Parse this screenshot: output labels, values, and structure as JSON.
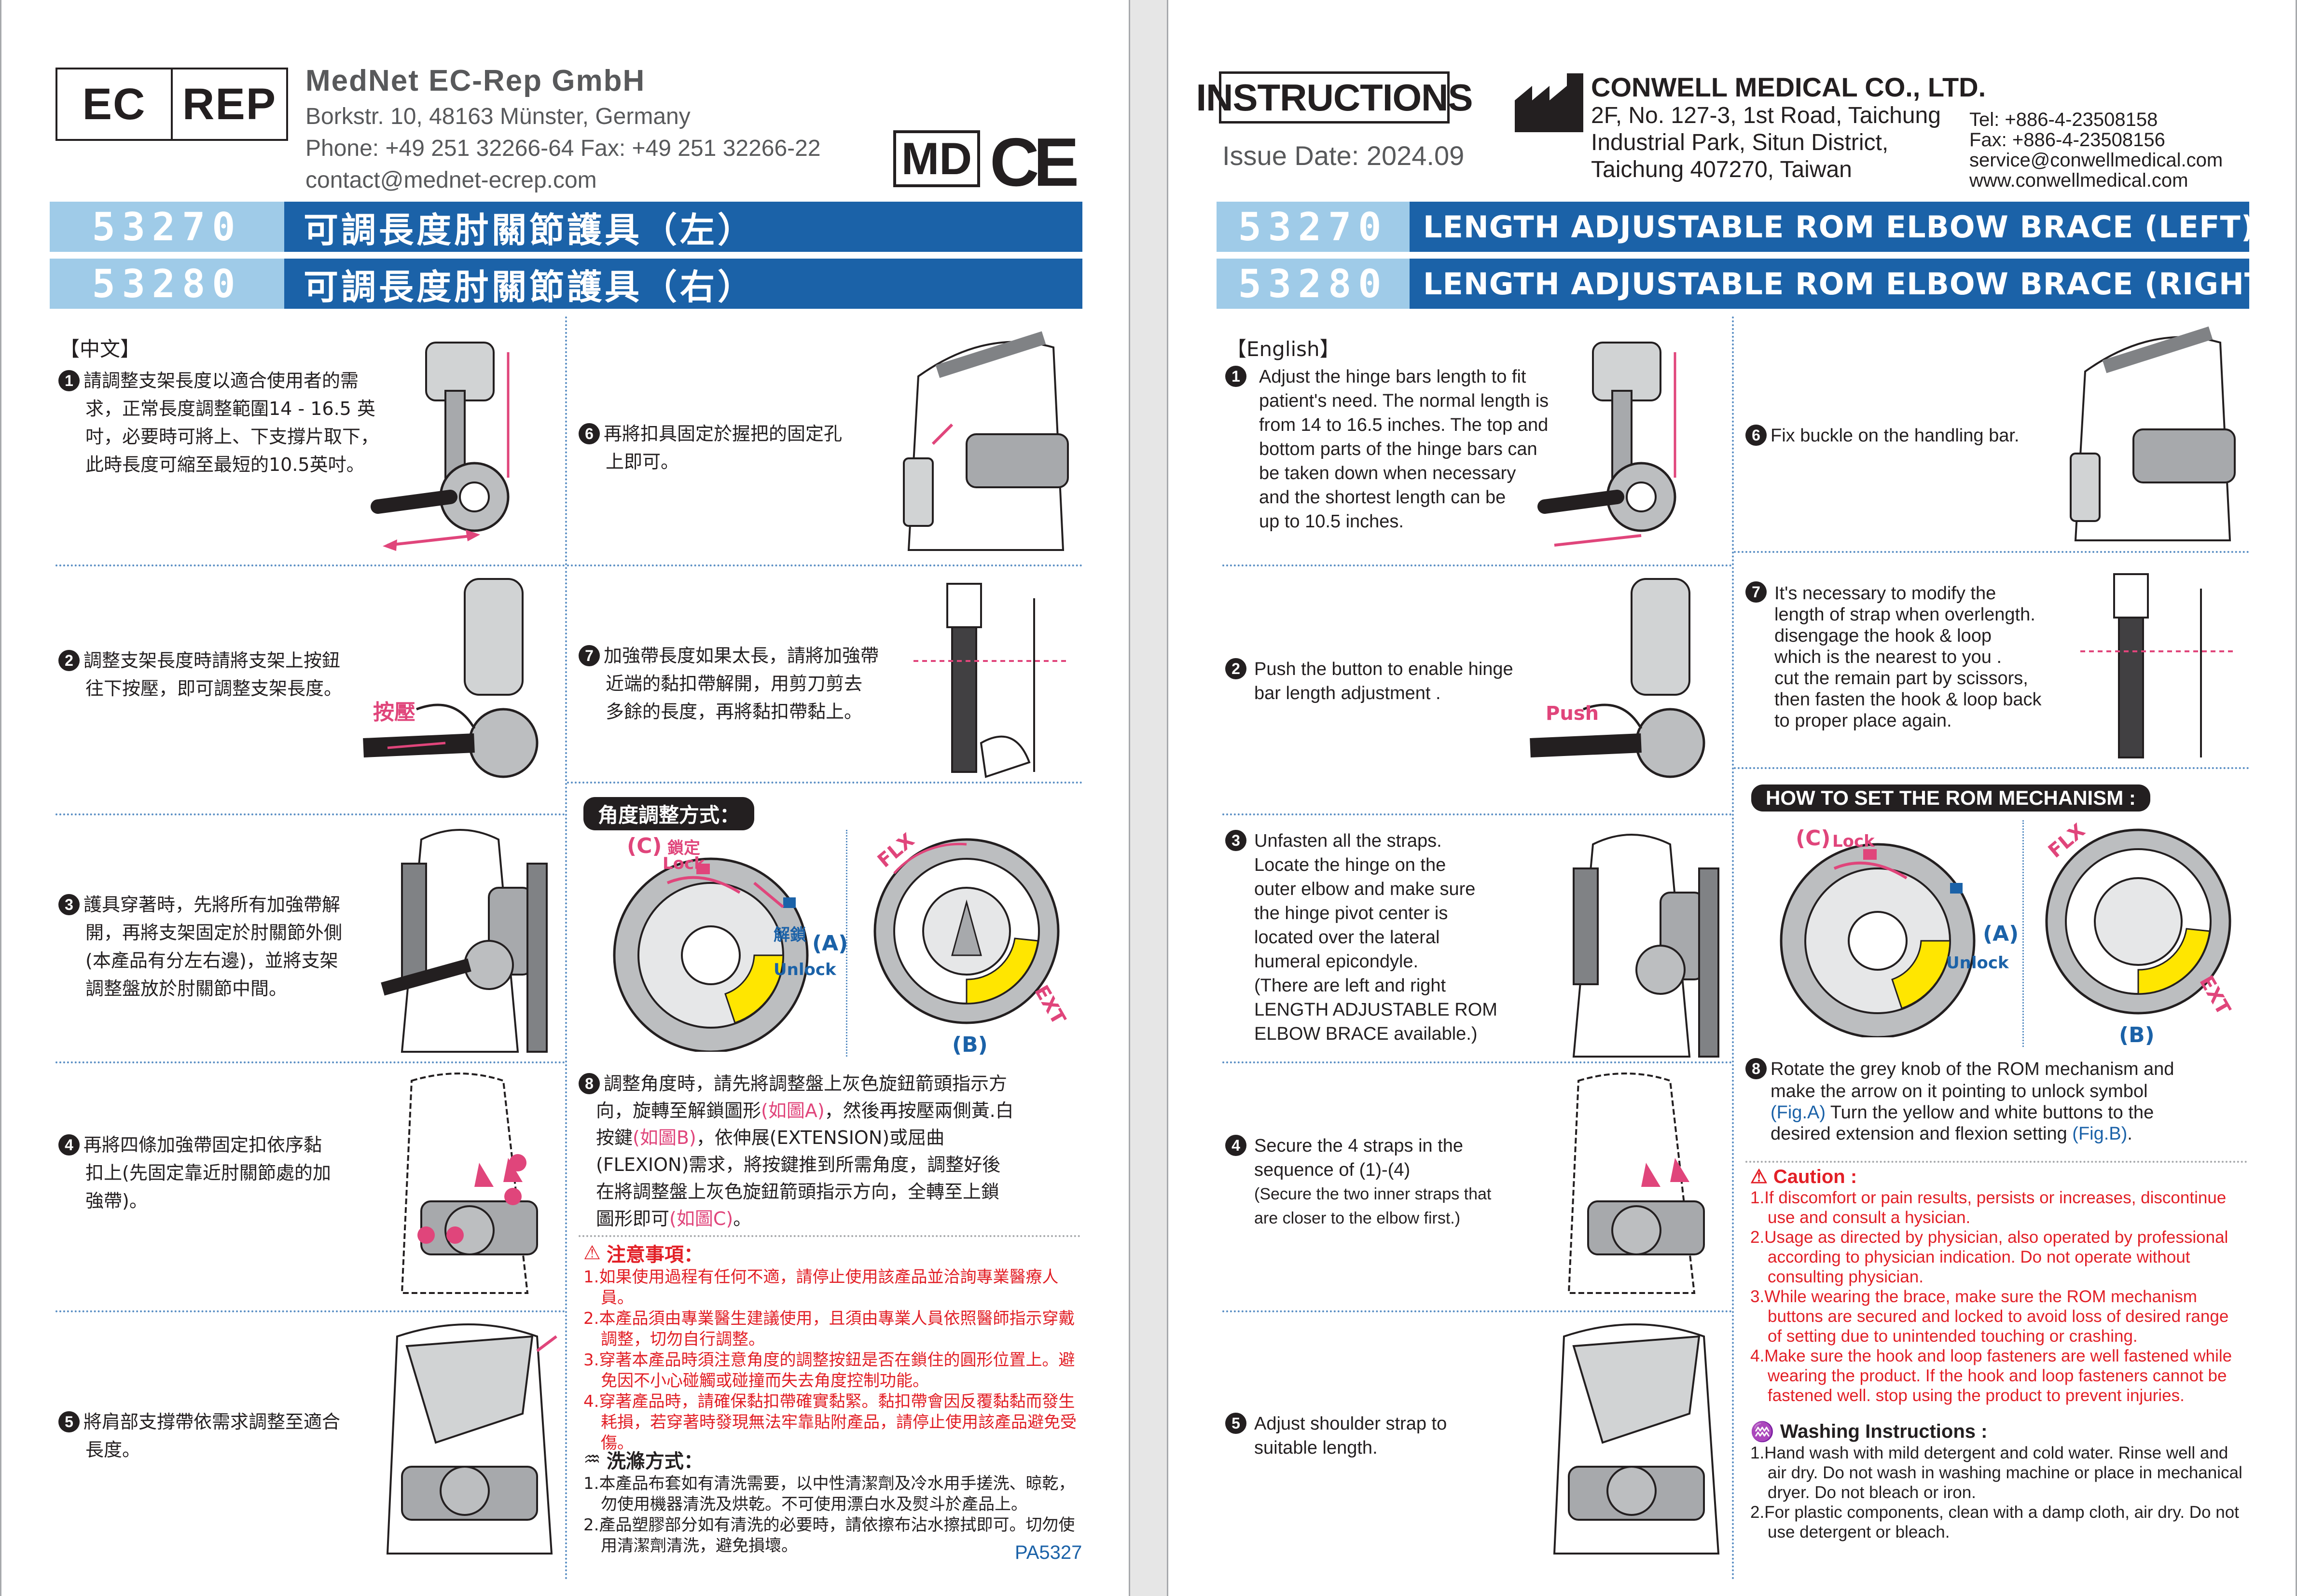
{
  "left": {
    "ec_rep": {
      "ec": "EC",
      "rep": "REP"
    },
    "rep": {
      "name": "MedNet EC-Rep GmbH",
      "address": "Borkstr. 10, 48163 Münster, Germany",
      "phone": "Phone: +49 251 32266-64  Fax: +49 251 32266-22",
      "email": "contact@mednet-ecrep.com"
    },
    "md": "MD",
    "ce": "CE",
    "titles": [
      {
        "code": "53270",
        "name": "可調長度肘關節護具（左）"
      },
      {
        "code": "53280",
        "name": "可調長度肘關節護具（右）"
      }
    ],
    "section": "【中文】",
    "steps": [
      {
        "n": "1",
        "lines": [
          "請調整支架長度以適合使用者的需",
          "求，正常長度調整範圍14 - 16.5 英",
          "吋，必要時可將上、下支撐片取下，",
          "此時長度可縮至最短的10.5英吋。"
        ]
      },
      {
        "n": "2",
        "lines": [
          "調整支架長度時請將支架上按鈕",
          "往下按壓，即可調整支架長度。"
        ]
      },
      {
        "n": "3",
        "lines": [
          "護具穿著時，先將所有加強帶解",
          "開，再將支架固定於肘關節外側",
          "(本產品有分左右邊)，並將支架",
          "調整盤放於肘關節中間。"
        ]
      },
      {
        "n": "4",
        "lines": [
          "再將四條加強帶固定扣依序黏",
          "扣上(先固定靠近肘關節處的加",
          "強帶)。"
        ]
      },
      {
        "n": "5",
        "lines": [
          "將肩部支撐帶依需求調整至適合",
          "長度。"
        ]
      },
      {
        "n": "6",
        "lines": [
          "再將扣具固定於握把的固定孔",
          "上即可。"
        ]
      },
      {
        "n": "7",
        "lines": [
          "加強帶長度如果太長，請將加強帶",
          "近端的黏扣帶解開，用剪刀剪去",
          "多餘的長度，再將黏扣帶黏上。"
        ]
      }
    ],
    "press_label": "按壓",
    "angle_title": "角度調整方式：",
    "lock_label": "(C)",
    "lock_text": "鎖定",
    "lock_en": "Lock",
    "unlock_label": "(A)",
    "unlock_text": "解鎖",
    "unlock_en": "Unlock",
    "fig_b": "(B)",
    "flx": "FLX",
    "ext": "EXT",
    "step8": {
      "n": "8",
      "lines": [
        "調整角度時，請先將調整盤上灰色旋鈕箭頭指示方",
        "向，旋轉至解鎖圖形",
        "(如圖A)",
        "，然後再按壓兩側黃.白",
        "按鍵",
        "(如圖B)",
        "，依伸展(EXTENSION)或屈曲",
        "(FLEXION)需求，將按鍵推到所需角度，調整好後",
        "在將調整盤上灰色旋鈕箭頭指示方向，全轉至上鎖",
        "圖形即可",
        "(如圖C)",
        "。"
      ]
    },
    "caution": {
      "title": "注意事項：",
      "items": [
        "1.如果使用過程有任何不適，請停止使用該產品並洽詢專業醫療人員。",
        "2.本產品須由專業醫生建議使用，且須由專業人員依照醫師指示穿戴調整，切勿自行調整。",
        "3.穿著本產品時須注意角度的調整按鈕是否在鎖住的圓形位置上。避免因不小心碰觸或碰撞而失去角度控制功能。",
        "4.穿著產品時，請確保黏扣帶確實黏緊。黏扣帶會因反覆黏黏而發生耗損，若穿著時發現無法牢靠貼附產品，請停止使用該產品避免受傷。"
      ]
    },
    "washing": {
      "title": "洗滌方式：",
      "items": [
        "1.本產品布套如有清洗需要，以中性清潔劑及冷水用手搓洗、晾乾，勿使用機器清洗及烘乾。不可使用漂白水及熨斗於產品上。",
        "2.產品塑膠部分如有清洗的必要時，請依擦布沾水擦拭即可。切勿使用清潔劑清洗，避免損壞。"
      ]
    },
    "doc_code": "PA5327"
  },
  "right": {
    "instructions": "INSTRUCTIONS",
    "issue_date": "Issue Date: 2024.09",
    "company": {
      "name": "CONWELL MEDICAL CO., LTD.",
      "address1": "2F, No. 127-3, 1st Road, Taichung",
      "address2": "Industrial Park, Situn District,",
      "address3": "Taichung 407270, Taiwan",
      "tel": "Tel: +886-4-23508158",
      "fax": "Fax: +886-4-23508156",
      "email": "service@conwellmedical.com",
      "web": "www.conwellmedical.com"
    },
    "titles": [
      {
        "code": "53270",
        "name": "LENGTH ADJUSTABLE ROM ELBOW BRACE (LEFT)"
      },
      {
        "code": "53280",
        "name": "LENGTH ADJUSTABLE ROM ELBOW BRACE (RIGHT)"
      }
    ],
    "section": "【English】",
    "steps": [
      {
        "n": "1",
        "lines": [
          "Adjust the hinge bars length to fit",
          "patient's need. The normal length is",
          "from 14 to 16.5 inches. The top and",
          "bottom parts of the hinge bars can",
          "be taken down when necessary",
          "and the shortest length can be",
          "up to 10.5 inches."
        ]
      },
      {
        "n": "2",
        "lines": [
          "Push the button to enable hinge",
          "bar length adjustment ."
        ]
      },
      {
        "n": "3",
        "lines": [
          "Unfasten all the straps.",
          "Locate the hinge on the",
          "outer elbow and make sure",
          "the hinge pivot center is",
          "located over the lateral",
          "humeral epicondyle.",
          "(There are left and right",
          "LENGTH ADJUSTABLE ROM",
          "ELBOW BRACE available.)"
        ]
      },
      {
        "n": "4",
        "lines": [
          "Secure the 4 straps in the",
          "sequence of (1)-(4)",
          "(Secure the two inner straps that",
          "are closer to the elbow first.)"
        ]
      },
      {
        "n": "5",
        "lines": [
          "Adjust shoulder strap to",
          "suitable length."
        ]
      },
      {
        "n": "6",
        "lines": [
          "Fix buckle on the handling bar."
        ]
      },
      {
        "n": "7",
        "lines": [
          "It's necessary to modify the",
          "length of strap when overlength.",
          "disengage the hook & loop",
          "which is the nearest to you .",
          "cut the remain part by scissors,",
          "then fasten the hook & loop back",
          "to proper place again."
        ]
      }
    ],
    "push_label": "Push",
    "rom_title": "HOW TO SET THE ROM MECHANISM :",
    "lock_label": "(C)",
    "lock_en": "Lock",
    "unlock_label": "(A)",
    "unlock_en": "Unlock",
    "fig_b": "(B)",
    "flx": "FLX",
    "ext": "EXT",
    "step8": {
      "n": "8",
      "lines": [
        "Rotate the grey knob of the ROM mechanism and",
        "make the arrow on it pointing to unlock symbol",
        "(Fig.A)",
        " Turn the yellow and white buttons to the",
        "desired extension and flexion setting ",
        "(Fig.B)",
        "."
      ]
    },
    "caution": {
      "title": "Caution :",
      "items": [
        "1.If discomfort or pain results, persists or increases, discontinue use and consult a hysician.",
        "2.Usage as directed by physician, also operated by professional according to physician indication. Do not operate without consulting physician.",
        "3.While wearing the brace, make sure the ROM mechanism buttons are secured and locked to avoid loss of desired range of setting due to unintended touching or crashing.",
        "4.Make sure the hook and loop fasteners are well fastened while wearing the product. If the hook and loop fasteners cannot be fastened well. stop using the product to prevent injuries."
      ]
    },
    "washing": {
      "title": "Washing Instructions :",
      "items": [
        "1.Hand wash with mild detergent and cold water. Rinse well and air dry. Do not wash in washing machine or place in mechanical dryer. Do not bleach or iron.",
        "2.For plastic components, clean with a damp cloth, air dry. Do not use detergent or bleach."
      ]
    }
  },
  "colors": {
    "blue": "#1b62a8",
    "light_blue": "#9fcbe8",
    "pink": "#e0457b",
    "red": "#e21f26",
    "yellow": "#ffe600"
  }
}
